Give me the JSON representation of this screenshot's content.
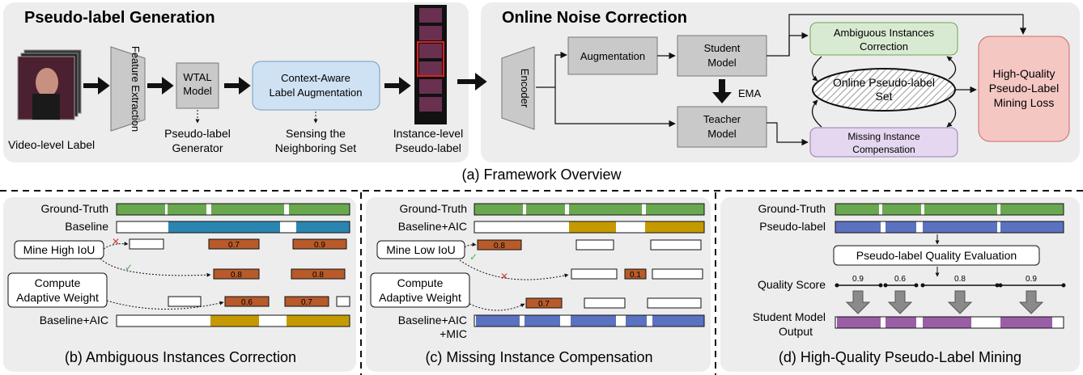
{
  "top_left": {
    "title": "Pseudo-label Generation",
    "video_label": "Video-level Label",
    "feature_extraction": "Feature Extraction",
    "wtal_model": [
      "WTAL",
      "Model"
    ],
    "pseudo_generator": [
      "Pseudo-label",
      "Generator"
    ],
    "context_aug": [
      "Context-Aware",
      "Label Augmentation"
    ],
    "sensing": [
      "Sensing the",
      "Neighboring Set"
    ],
    "instance_label": [
      "Instance-level",
      "Pseudo-label"
    ]
  },
  "top_right": {
    "title": "Online Noise Correction",
    "encoder": "Encoder",
    "augmentation": "Augmentation",
    "student": [
      "Student",
      "Model"
    ],
    "teacher": [
      "Teacher",
      "Model"
    ],
    "ema": "EMA",
    "ambiguous": [
      "Ambiguous Instances",
      "Correction"
    ],
    "online_set": [
      "Online Pseudo-label",
      "Set"
    ],
    "missing": [
      "Missing Instance",
      "Compensation"
    ],
    "hq_loss": [
      "High-Quality",
      "Pseudo-Label",
      "Mining Loss"
    ]
  },
  "caption_a": "(a) Framework Overview",
  "panel_b": {
    "ground_truth": "Ground-Truth",
    "baseline": "Baseline",
    "mine": "Mine High IoU",
    "compute": [
      "Compute",
      "Adaptive Weight"
    ],
    "result": "Baseline+AIC",
    "scores": [
      "0.7",
      "0.9",
      "0.8",
      "0.8",
      "0.6",
      "0.7"
    ],
    "caption": "(b) Ambiguous Instances Correction"
  },
  "panel_c": {
    "ground_truth": "Ground-Truth",
    "baseline": "Baseline+AIC",
    "mine": "Mine Low IoU",
    "compute": [
      "Compute",
      "Adaptive Weight"
    ],
    "result": [
      "Baseline+AIC",
      "+MIC"
    ],
    "scores": [
      "0.8",
      "0.1",
      "0.7"
    ],
    "caption": "(c) Missing Instance Compensation"
  },
  "panel_d": {
    "ground_truth": "Ground-Truth",
    "pseudo": "Pseudo-label",
    "evaluation": "Pseudo-label Quality Evaluation",
    "quality": "Quality Score",
    "student": [
      "Student Model",
      "Output"
    ],
    "scores": [
      "0.9",
      "0.6",
      "0.8",
      "0.9"
    ],
    "caption": "(d) High-Quality Pseudo-Label Mining"
  },
  "colors": {
    "green": "#6aa84f",
    "blue_bar": "#2a86b0",
    "gold": "#c49a00",
    "orange": "#b85a2a",
    "purple_blue": "#5a72c0",
    "purple": "#9a5ea6",
    "gray_box": "#c9c9c9",
    "panel_bg": "#ededed",
    "aug_box": "#cfe2f3",
    "amb_box": "#d9ead3",
    "miss_box": "#e4d7ef",
    "loss_box": "#f4c7c3"
  }
}
